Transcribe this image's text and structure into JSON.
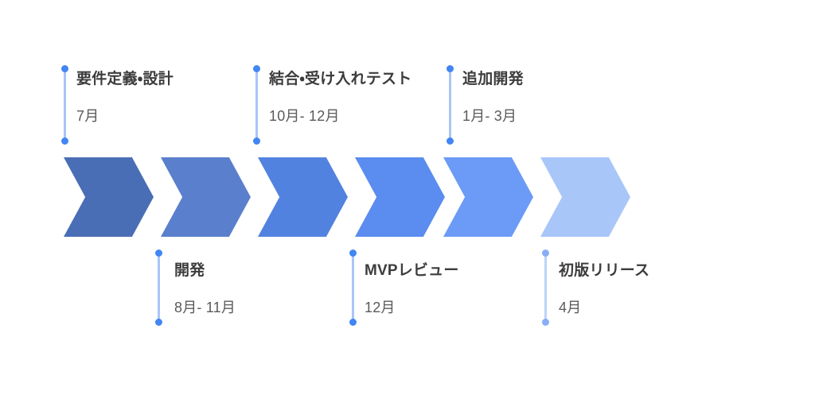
{
  "diagram": {
    "type": "process-timeline-chevron",
    "title": "",
    "orientation": "horizontal",
    "stage_count": 6
  },
  "colors": {
    "background": "#ffffff",
    "connector_line": "#a8c5f5",
    "connector_dot": "#4285f4",
    "connector_dot_faded": "#88aef6",
    "title_text": "#3c3c3c",
    "period_text": "#5a5a5a"
  },
  "stages": [
    {
      "index": 1,
      "label": "要件定義・設計",
      "period": "7月",
      "color": "#4a6eb5",
      "label_side": "top"
    },
    {
      "index": 2,
      "label": "開発",
      "period": "8月- 11月",
      "color": "#5a7fcc",
      "label_side": "bottom"
    },
    {
      "index": 3,
      "label": "結合・受け入れテスト",
      "period": "10月- 12月",
      "color": "#5282e0",
      "label_side": "top"
    },
    {
      "index": 4,
      "label": "MVPレビュー",
      "period": "12月",
      "color": "#5b8cef",
      "label_side": "bottom"
    },
    {
      "index": 5,
      "label": "追加開発",
      "period": "1月- 3月",
      "color": "#6b9bf7",
      "label_side": "top"
    },
    {
      "index": 6,
      "label": "初版リリース",
      "period": "4月",
      "color": "#a9c6f9",
      "label_side": "bottom"
    }
  ]
}
